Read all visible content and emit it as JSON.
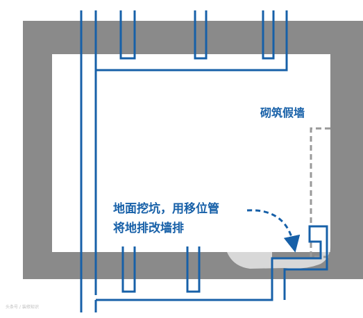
{
  "colors": {
    "wall": "#8a8a8a",
    "floor": "#ffffff",
    "pipe": "#1760a8",
    "dashed_wall": "#999999",
    "excavation": "#d8d8d8",
    "text": "#1760a8"
  },
  "labels": {
    "fake_wall": "砌筑假墙",
    "note_line1": "地面挖坑，用移位管",
    "note_line2": "将地排改墙排"
  },
  "watermark": "头条号 / 装修知识"
}
